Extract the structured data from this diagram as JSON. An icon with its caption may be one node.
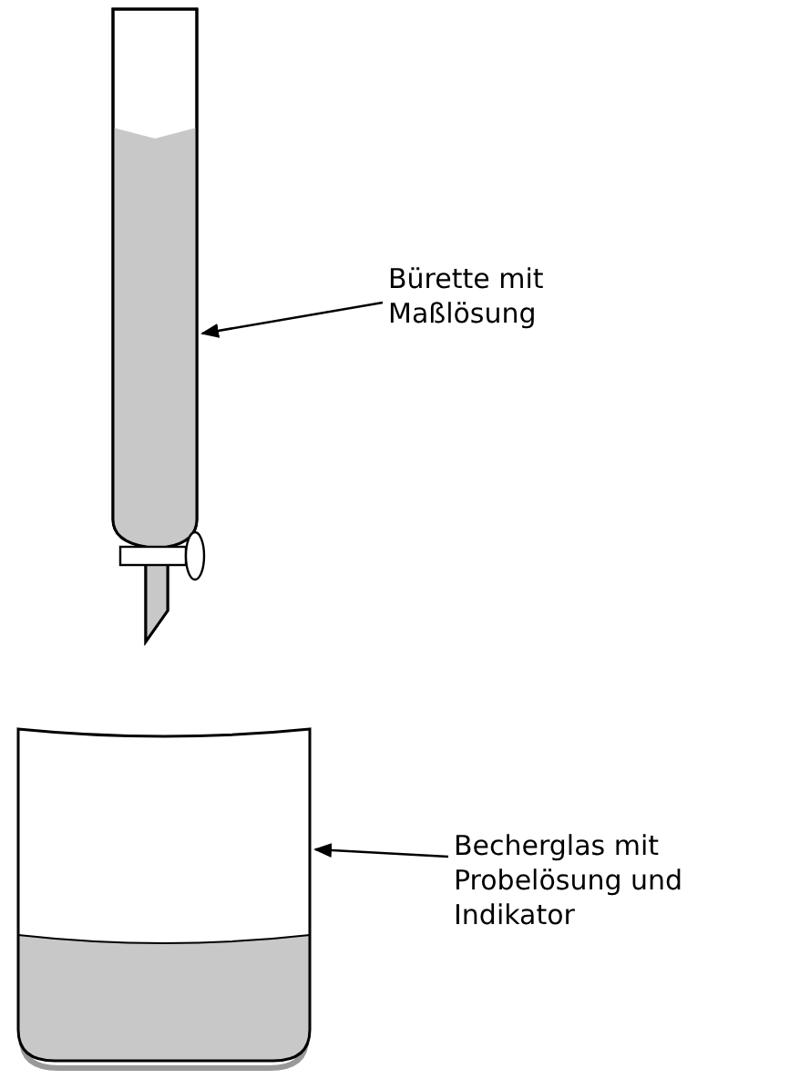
{
  "diagram": {
    "nodes": [
      {
        "text": [
          "Bürette mit Maßlösung"
        ]
      },
      {
        "text": [],
        "shape": "picture"
      },
      {
        "text": [
          "Becherglas mit Probelösung und Indikator"
        ]
      },
      {
        "text": [],
        "shape": "picture"
      }
    ],
    "edges": [
      {
        "from": 0,
        "to": 1,
        "arrow": "to"
      },
      {
        "from": 2,
        "to": 3,
        "arrow": "to"
      }
    ]
  }
}
